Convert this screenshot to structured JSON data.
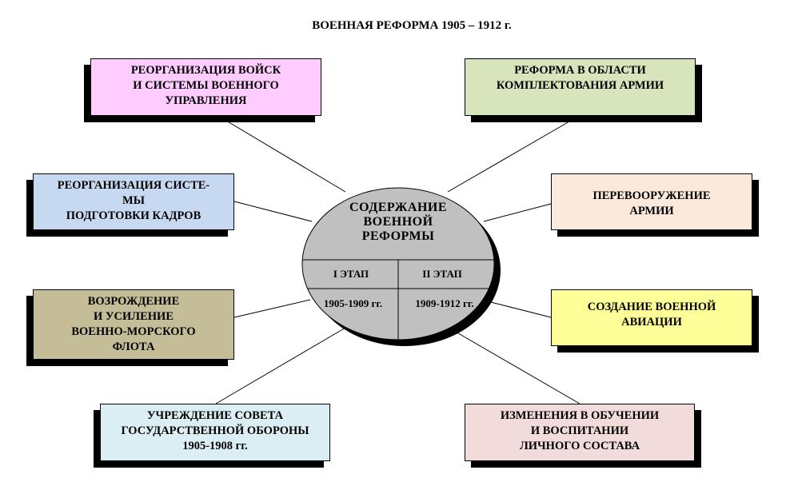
{
  "title": "ВОЕННАЯ РЕФОРМА 1905 – 1912 г.",
  "center": {
    "title": [
      "СОДЕРЖАНИЕ",
      "ВОЕННОЙ",
      "РЕФОРМЫ"
    ],
    "stage1": {
      "label": "I ЭТАП",
      "years": "1905-1909 гг."
    },
    "stage2": {
      "label": "II ЭТАП",
      "years": "1909-1912 гг."
    }
  },
  "boxes": [
    {
      "lines": [
        "РЕОРГАНИЗАЦИЯ ВОЙСК",
        "И СИСТЕМЫ ВОЕННОГО",
        "УПРАВЛЕНИЯ"
      ],
      "color": "#ffccff"
    },
    {
      "lines": [
        "РЕФОРМА В ОБЛАСТИ",
        "КОМПЛЕКТОВАНИЯ АРМИИ"
      ],
      "color": "#d8e4bc"
    },
    {
      "lines": [
        "РЕОРГАНИЗАЦИЯ СИСТЕ-",
        "МЫ",
        "ПОДГОТОВКИ КАДРОВ"
      ],
      "color": "#c6d9f1"
    },
    {
      "lines": [
        "ПЕРЕВООРУЖЕНИЕ",
        "АРМИИ"
      ],
      "color": "#fbe9dc"
    },
    {
      "lines": [
        "ВОЗРОЖДЕНИЕ",
        "И УСИЛЕНИЕ",
        "ВОЕННО-МОРСКОГО",
        "ФЛОТА"
      ],
      "color": "#c4bd97"
    },
    {
      "lines": [
        "СОЗДАНИЕ ВОЕННОЙ",
        "АВИАЦИИ"
      ],
      "color": "#ffff99"
    },
    {
      "lines": [
        "УЧРЕЖДЕНИЕ СОВЕТА",
        "ГОСУДАРСТВЕННОЙ ОБОРОНЫ",
        "1905-1908 гг."
      ],
      "color": "#dbeef3"
    },
    {
      "lines": [
        "ИЗМЕНЕНИЯ В ОБУЧЕНИИ",
        "И ВОСПИТАНИИ",
        "ЛИЧНОГО СОСТАВА"
      ],
      "color": "#f2dcdb"
    }
  ]
}
